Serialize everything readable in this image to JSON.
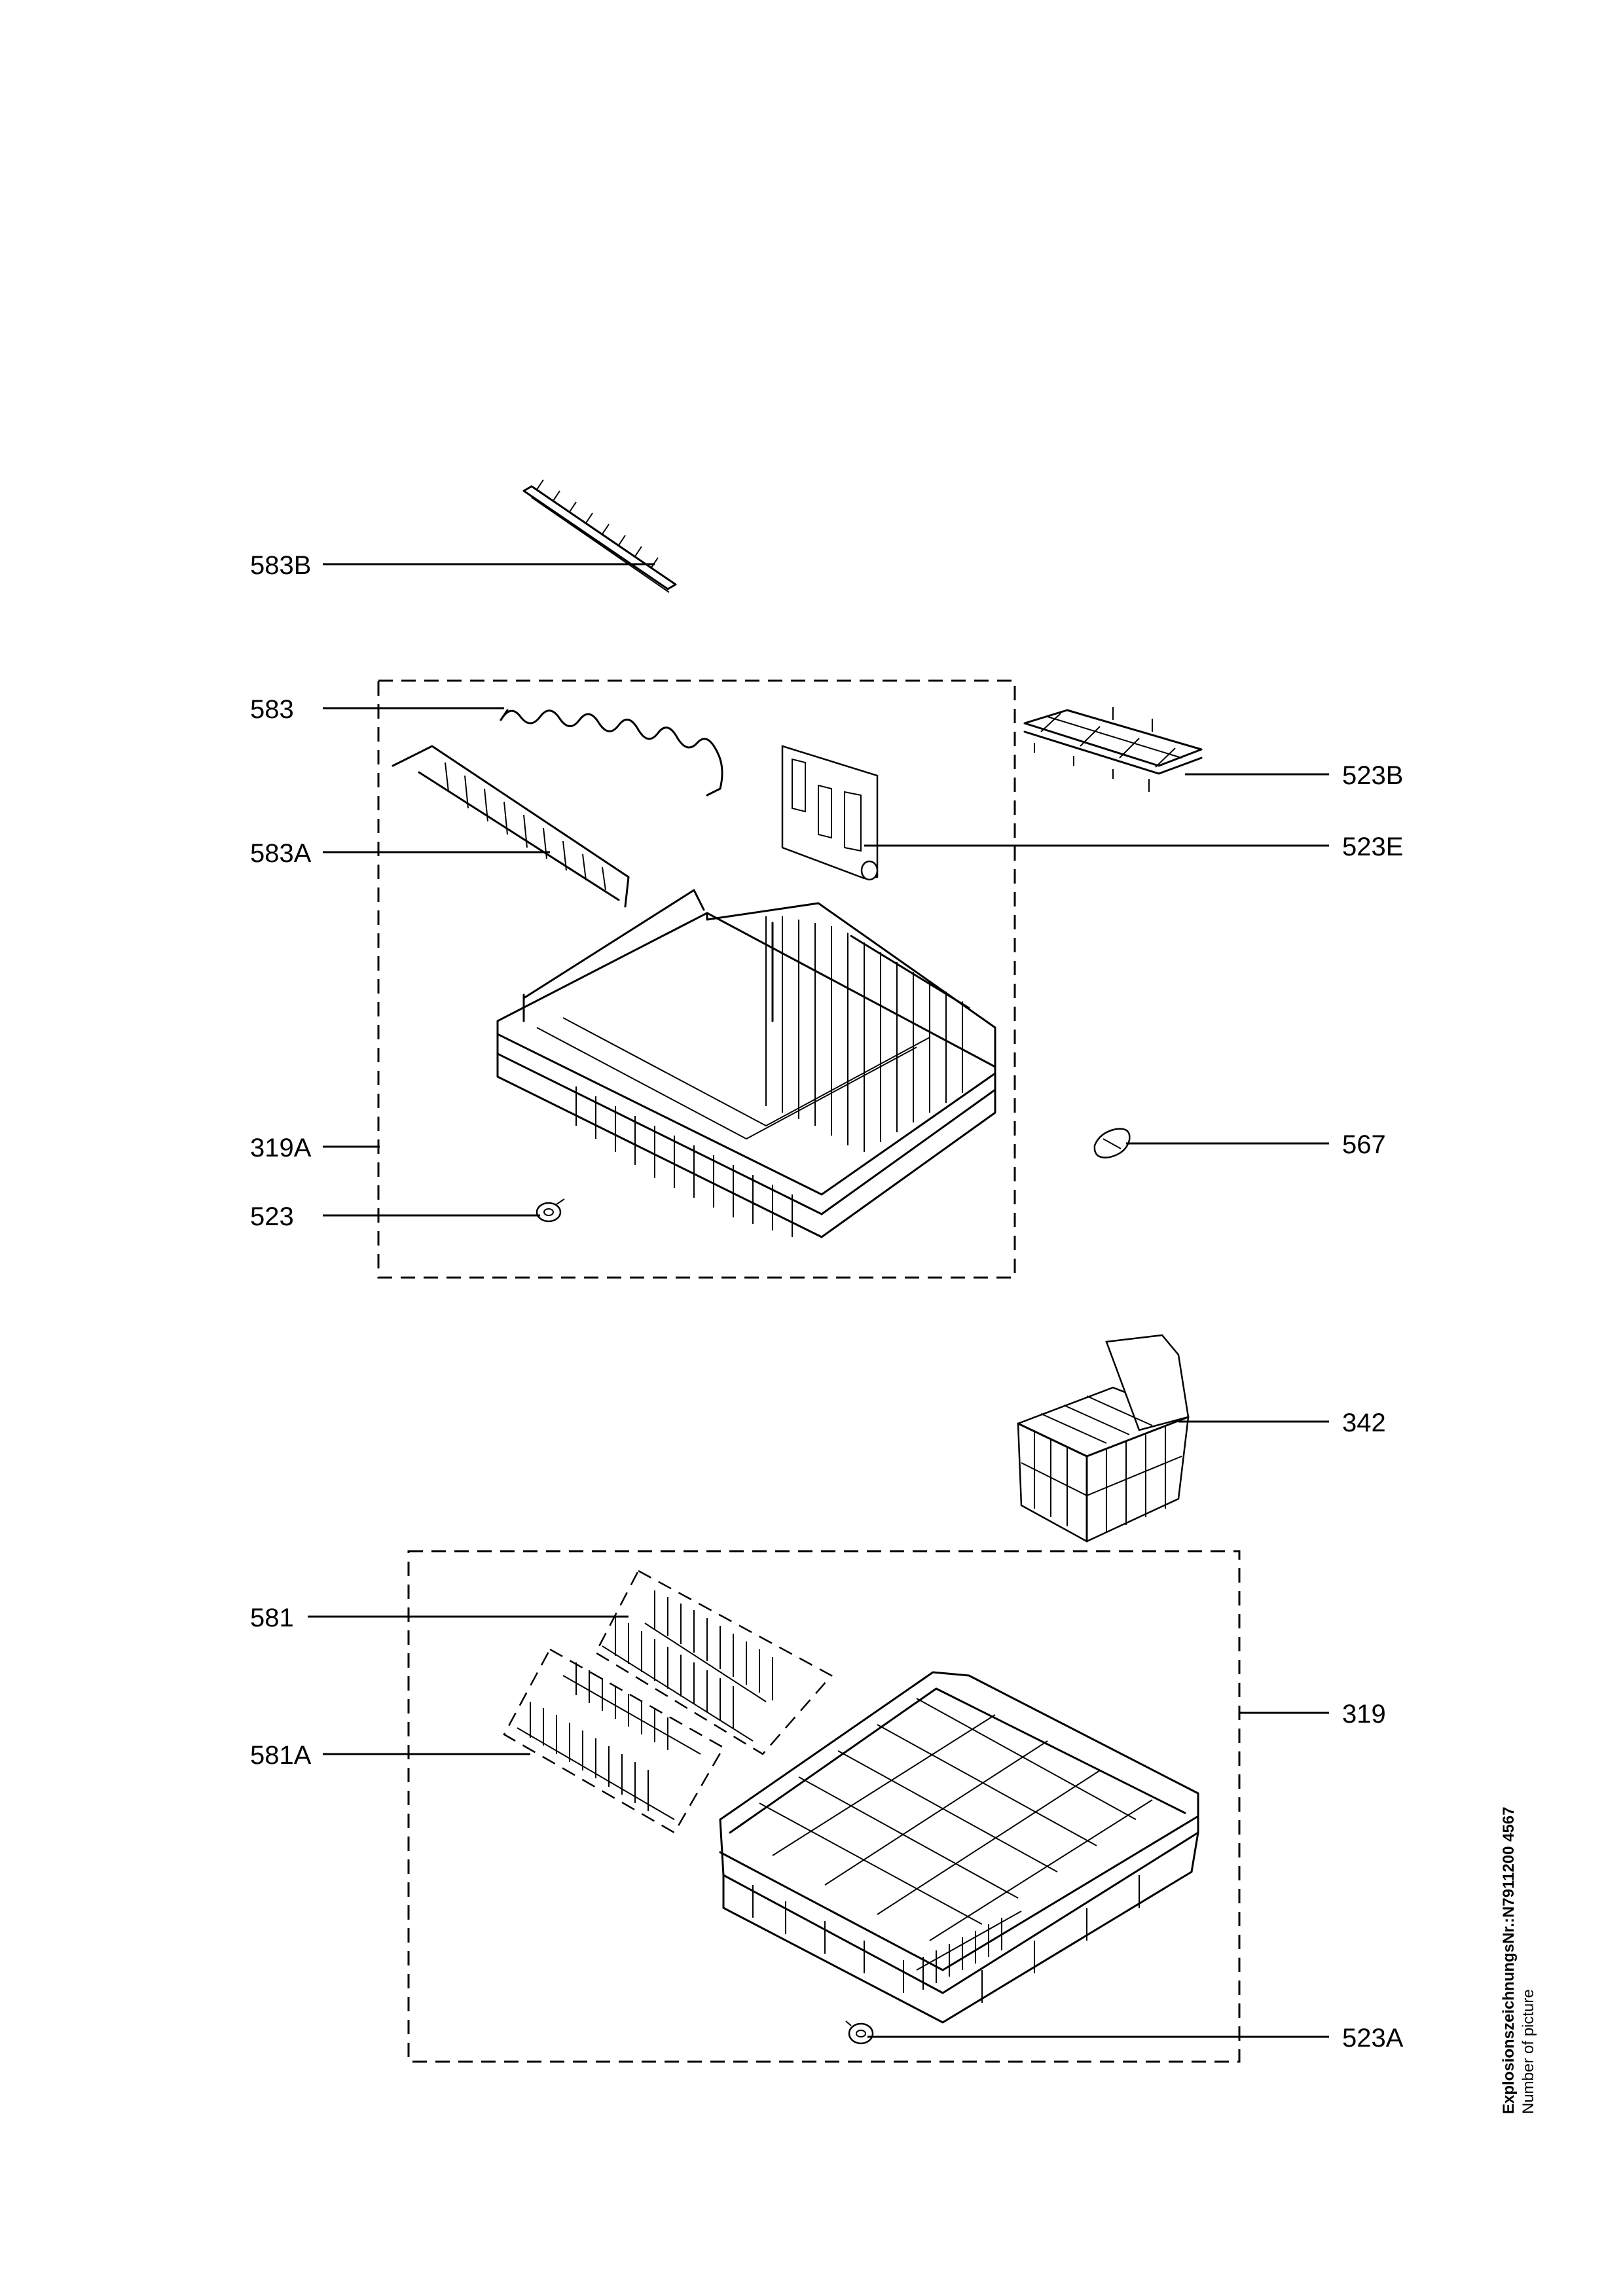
{
  "labels": {
    "l583B": "583B",
    "l583": "583",
    "l583A": "583A",
    "l319A": "319A",
    "l523": "523",
    "l523B": "523B",
    "l523E": "523E",
    "l567": "567",
    "l342": "342",
    "l581": "581",
    "l581A": "581A",
    "l319": "319",
    "l523A": "523A"
  },
  "footer": {
    "drawing_number": "ExplosionszeichnungsNr.:N7911200 4567",
    "caption": "Number of picture"
  }
}
